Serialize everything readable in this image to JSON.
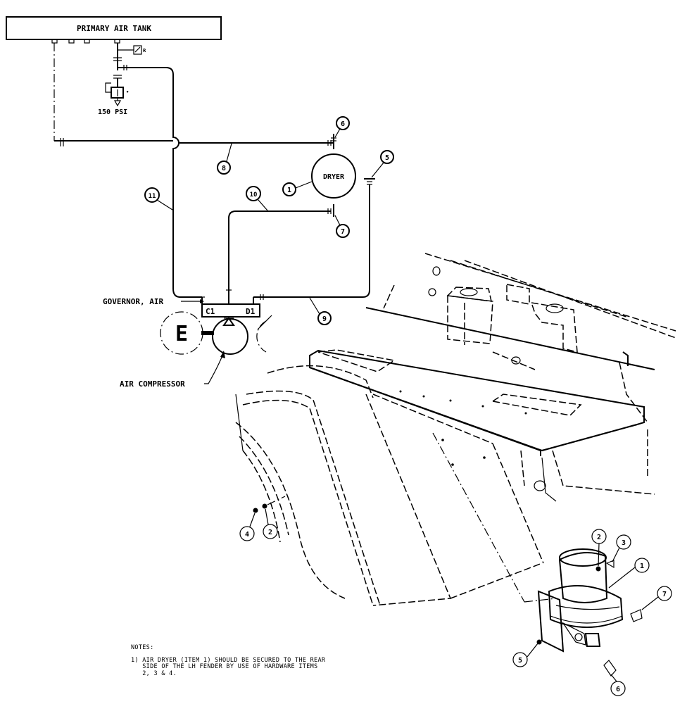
{
  "schematic": {
    "tank_label": "PRIMARY AIR TANK",
    "pressure_label": "150 PSI",
    "dryer_label": "DRYER",
    "governor_label": "GOVERNOR, AIR",
    "port_c1": "C1",
    "port_d1": "D1",
    "engine_label": "E",
    "compressor_label": "AIR COMPRESSOR",
    "callouts": [
      "1",
      "5",
      "6",
      "7",
      "8",
      "9",
      "10",
      "11"
    ]
  },
  "install_view": {
    "callouts": [
      "1",
      "2",
      "3",
      "4",
      "5",
      "6",
      "7"
    ]
  },
  "notes": {
    "heading": "NOTES:",
    "note1_line1": "1) AIR DRYER (ITEM 1) SHOULD BE SECURED TO THE REAR",
    "note1_line2": "   SIDE OF THE LH FENDER BY USE OF HARDWARE ITEMS",
    "note1_line3": "   2, 3 & 4."
  }
}
